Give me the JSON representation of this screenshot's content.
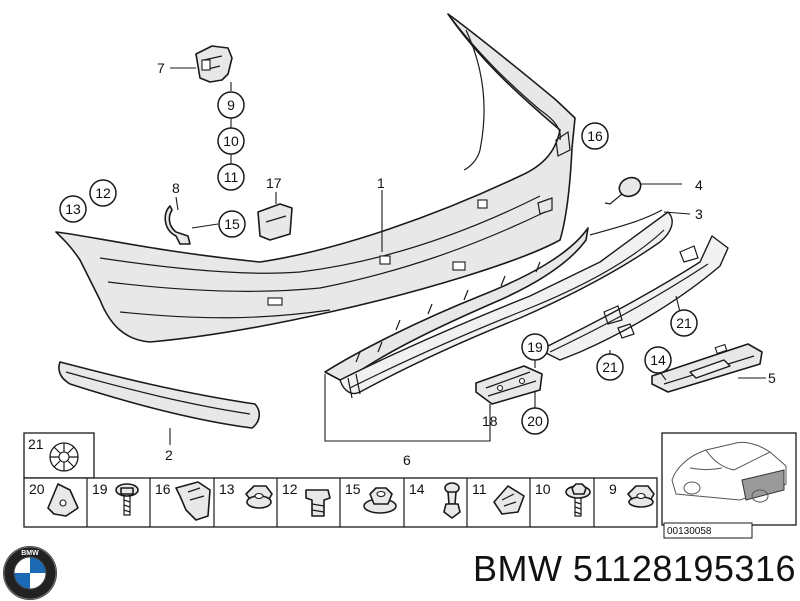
{
  "callouts": {
    "c1": "1",
    "c2": "2",
    "c3": "3",
    "c4": "4",
    "c5": "5",
    "c6": "6",
    "c7": "7",
    "c8": "8",
    "c9": "9",
    "c10": "10",
    "c11": "11",
    "c12": "12",
    "c13": "13",
    "c14": "14",
    "c15": "15",
    "c16": "16",
    "c17": "17",
    "c18": "18",
    "c19": "19",
    "c20": "20",
    "c21a": "21",
    "c21b": "21"
  },
  "legend": {
    "top_cell": "21",
    "cells": [
      "20",
      "19",
      "16",
      "13",
      "12",
      "15",
      "14",
      "11",
      "10",
      "9"
    ]
  },
  "diagram_ref": "00130058",
  "brand": {
    "text": "BMW 51128195316",
    "logo_letters": "BMW",
    "colors": {
      "logo_blue": "#1c69b4",
      "logo_ring": "#222222"
    }
  }
}
